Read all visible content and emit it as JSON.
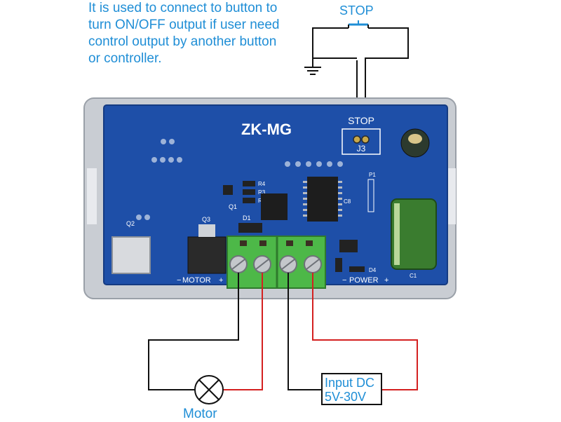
{
  "annotation": {
    "lines": [
      "It is used to connect to button to",
      "turn ON/OFF output if user need",
      "control output by another button",
      "or controller."
    ]
  },
  "labels": {
    "stop_button": "STOP",
    "motor": "Motor",
    "input_line1": "Input DC",
    "input_line2": "5V-30V"
  },
  "board": {
    "model": "ZK-MG",
    "connector_label": "STOP",
    "connector_id": "J3",
    "motor_terminal": "MOTOR",
    "power_terminal": "POWER",
    "motor_minus": "−",
    "motor_plus": "+",
    "power_minus": "−",
    "power_plus": "+",
    "component_refs": [
      "Q1",
      "Q2",
      "Q3",
      "D1",
      "D4",
      "R4",
      "R3",
      "R2",
      "C8",
      "P1",
      "C1"
    ]
  },
  "colors": {
    "annotation_text": "#1f8ed6",
    "pcb": "#1e4fa8",
    "terminal_block": "#4db848",
    "wire_black": "#111111",
    "wire_red": "#d42020"
  }
}
